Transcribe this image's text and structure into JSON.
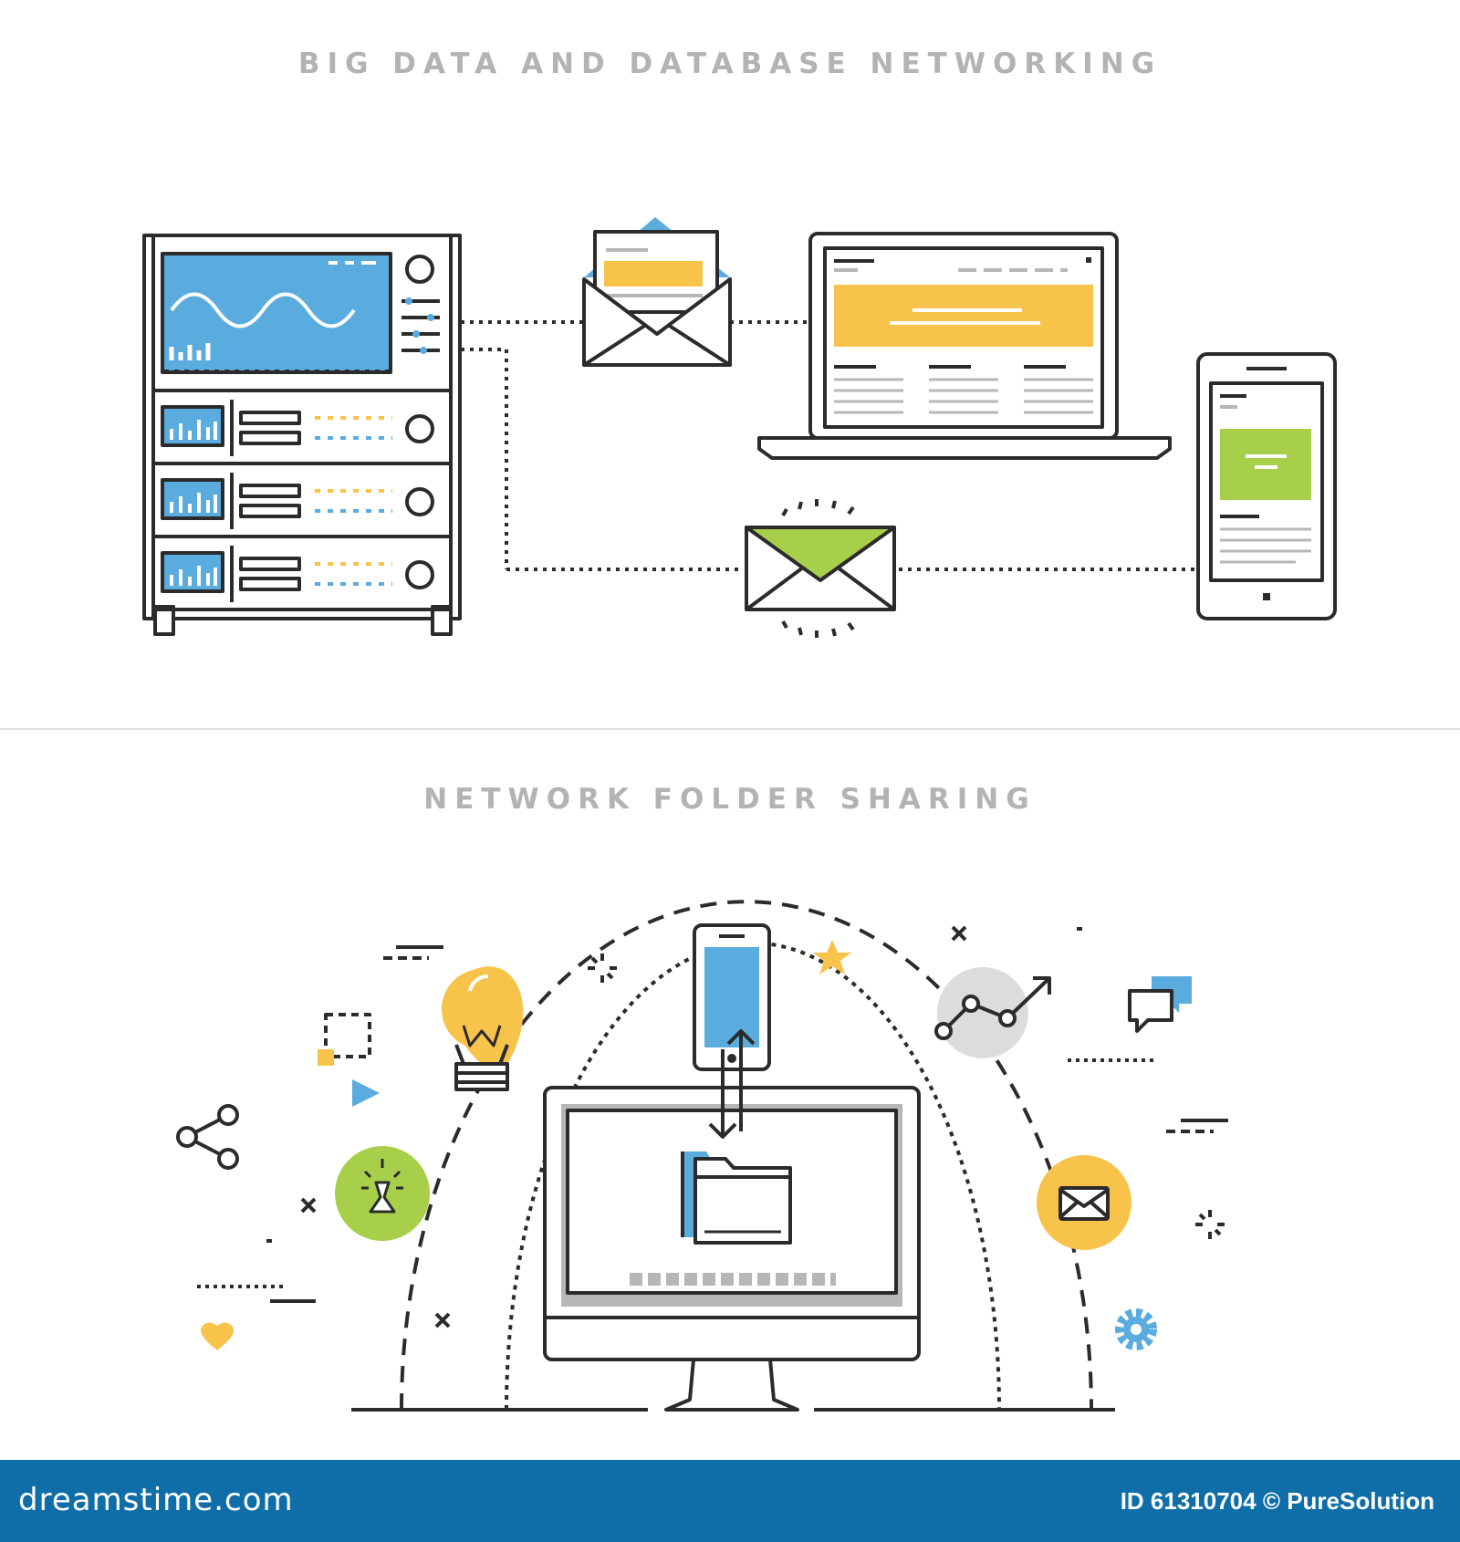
{
  "headings": {
    "top": "BIG DATA AND DATABASE NETWORKING",
    "bottom": "NETWORK FOLDER SHARING"
  },
  "footer": {
    "site": "dreamstime.com",
    "credit": "ID 61310704 © PureSolution"
  },
  "colors": {
    "outline": "#2b2b2b",
    "blue": "#5aacdf",
    "yellow": "#f8c34a",
    "green": "#a7cf4a",
    "gray": "#b7b7b7",
    "footer": "#0f6ea8"
  },
  "icons": [
    "server-rack-icon",
    "open-envelope-icon",
    "laptop-icon",
    "smartphone-icon",
    "envelope-icon",
    "lightbulb-icon",
    "share-icon",
    "target-cursor-icon",
    "monitor-icon",
    "folder-icon",
    "transfer-arrows-icon",
    "chart-line-icon",
    "chat-bubbles-icon",
    "mail-badge-icon",
    "gear-icon",
    "star-icon",
    "heart-icon",
    "play-icon"
  ]
}
